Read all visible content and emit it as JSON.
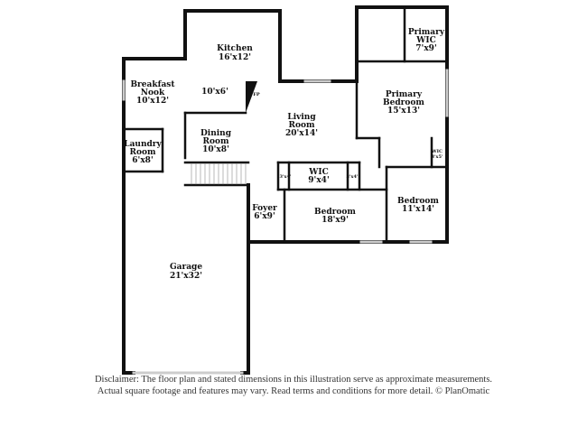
{
  "rooms": [
    {
      "name": "Kitchen",
      "dim": "16'x12'"
    },
    {
      "name": "Breakfast",
      "name2": "Nook",
      "dim": "10'x12'"
    },
    {
      "name": "",
      "dim": "10'x6'"
    },
    {
      "name": "Living",
      "name2": "Room",
      "dim": "20'x14'"
    },
    {
      "name": "Dining",
      "name2": "Room",
      "dim": "10'x8'"
    },
    {
      "name": "Laundry",
      "name2": "Room",
      "dim": "6'x8'"
    },
    {
      "name": "Primary",
      "name2": "Bedroom",
      "dim": "15'x13'"
    },
    {
      "name": "Primary",
      "name2": "WIC",
      "dim": "7'x9'"
    },
    {
      "name": "WIC",
      "dim": "9'x4'"
    },
    {
      "name": "Foyer",
      "dim": "6'x9'"
    },
    {
      "name": "Bedroom",
      "dim": "18'x9'"
    },
    {
      "name": "Bedroom",
      "dim": "11'x14'"
    },
    {
      "name": "Garage",
      "dim": "21'x32'"
    }
  ],
  "small_labels": {
    "closet_left": "3'x4'",
    "closet_right": "3'x4'",
    "wic_small_name": "WIC",
    "wic_small_dim": "3'x5'",
    "fireplace": "FP"
  },
  "disclaimer": {
    "line1": "Disclaimer: The floor plan and stated dimensions in this illustration serve as approximate measurements.",
    "line2": "Actual square footage and features may vary. Read terms and conditions for more detail. © PlanOmatic"
  }
}
